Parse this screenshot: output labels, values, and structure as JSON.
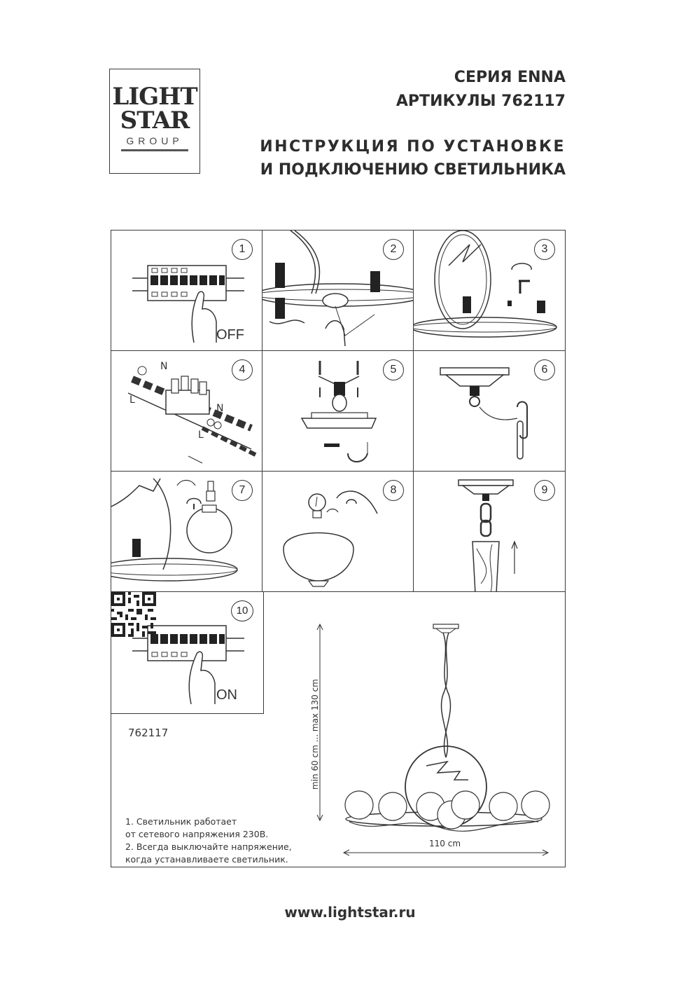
{
  "logo": {
    "line1": "LIGHT",
    "line2": "STAR",
    "line3": "GROUP"
  },
  "header": {
    "series": "СЕРИЯ ENNA",
    "article": "АРТИКУЛЫ 762117",
    "title_line1": "ИНСТРУКЦИЯ ПО УСТАНОВКЕ",
    "title_line2": "И ПОДКЛЮЧЕНИЮ СВЕТИЛЬНИКА"
  },
  "steps": [
    "1",
    "2",
    "3",
    "4",
    "5",
    "6",
    "7",
    "8",
    "9",
    "10"
  ],
  "labels": {
    "off": "OFF",
    "on": "ON"
  },
  "info": {
    "model": "762117",
    "notes": [
      "1. Светильник работает",
      "от сетевого напряжения 230В.",
      "2. Всегда выключайте напряжение,",
      "когда устанавливаете светильник."
    ]
  },
  "dimensions": {
    "height": "min 60 cm ... max 130 cm",
    "width": "110 cm"
  },
  "wiring_letters": {
    "n": "N",
    "l": "L"
  },
  "footer": {
    "url": "www.lightstar.ru"
  }
}
